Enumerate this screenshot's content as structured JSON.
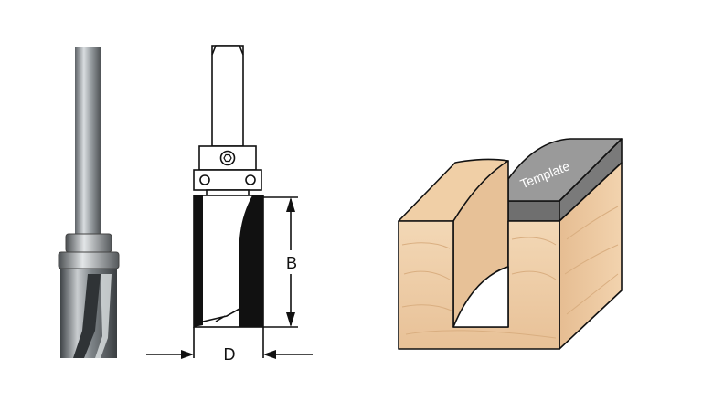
{
  "diagram": {
    "labels": {
      "length_dimension": "B",
      "diameter_dimension": "D",
      "template": "Template"
    },
    "colors": {
      "wood_face": "#f1d2ad",
      "wood_shade": "#e2b88c",
      "template_top": "#8f8f8f",
      "template_side": "#6e6e6e",
      "bit_steel": "#9aa0a5",
      "outline": "#111111"
    }
  }
}
